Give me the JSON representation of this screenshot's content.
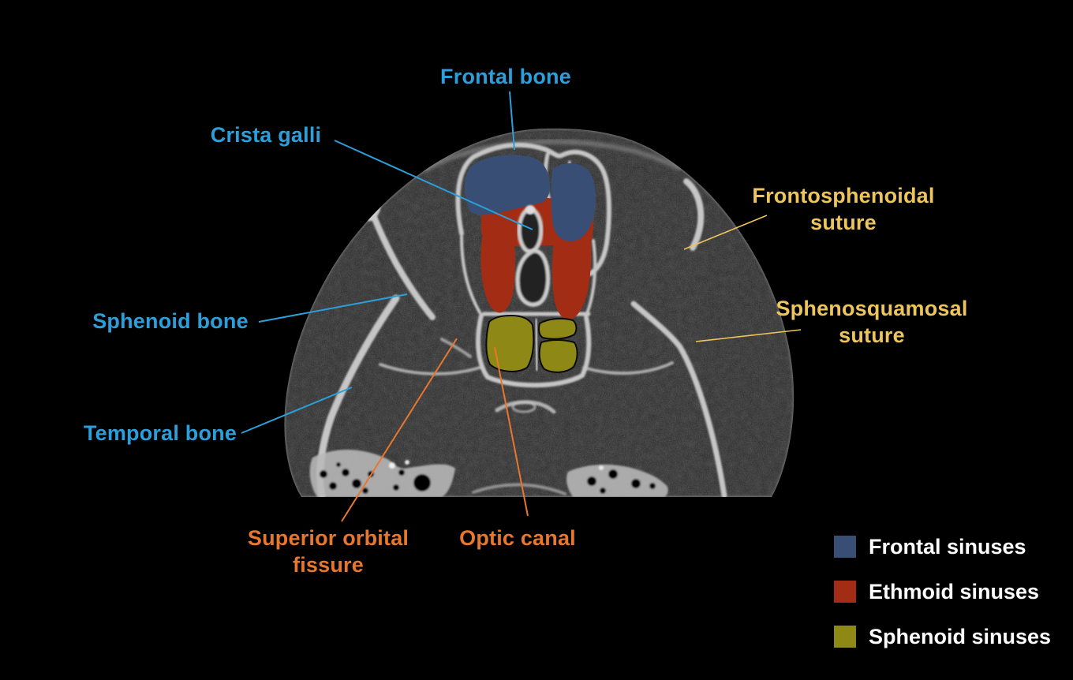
{
  "colors": {
    "background": "#000000",
    "bone_label": "#2C9FDA",
    "suture_label": "#EDC55C",
    "fissure_label": "#E8772E",
    "legend_text": "#FFFFFF",
    "frontal_sinus": "#384E74",
    "ethmoid_sinus": "#A22D14",
    "sphenoid_sinus": "#8E8917"
  },
  "labels": {
    "frontal_bone": {
      "text": "Frontal bone"
    },
    "crista_galli": {
      "text": "Crista galli"
    },
    "frontosphenoidal_suture": {
      "line1": "Frontosphenoidal",
      "line2": "suture"
    },
    "sphenosquamosal_suture": {
      "line1": "Sphenosquamosal",
      "line2": "suture"
    },
    "sphenoid_bone": {
      "text": "Sphenoid bone"
    },
    "temporal_bone": {
      "text": "Temporal bone"
    },
    "superior_orbital_fissure": {
      "line1": "Superior orbital",
      "line2": "fissure"
    },
    "optic_canal": {
      "text": "Optic canal"
    }
  },
  "legend": {
    "items": [
      {
        "label": "Frontal sinuses",
        "color": "#384E74"
      },
      {
        "label": "Ethmoid sinuses",
        "color": "#A22D14"
      },
      {
        "label": "Sphenoid sinuses",
        "color": "#8E8917"
      }
    ]
  }
}
